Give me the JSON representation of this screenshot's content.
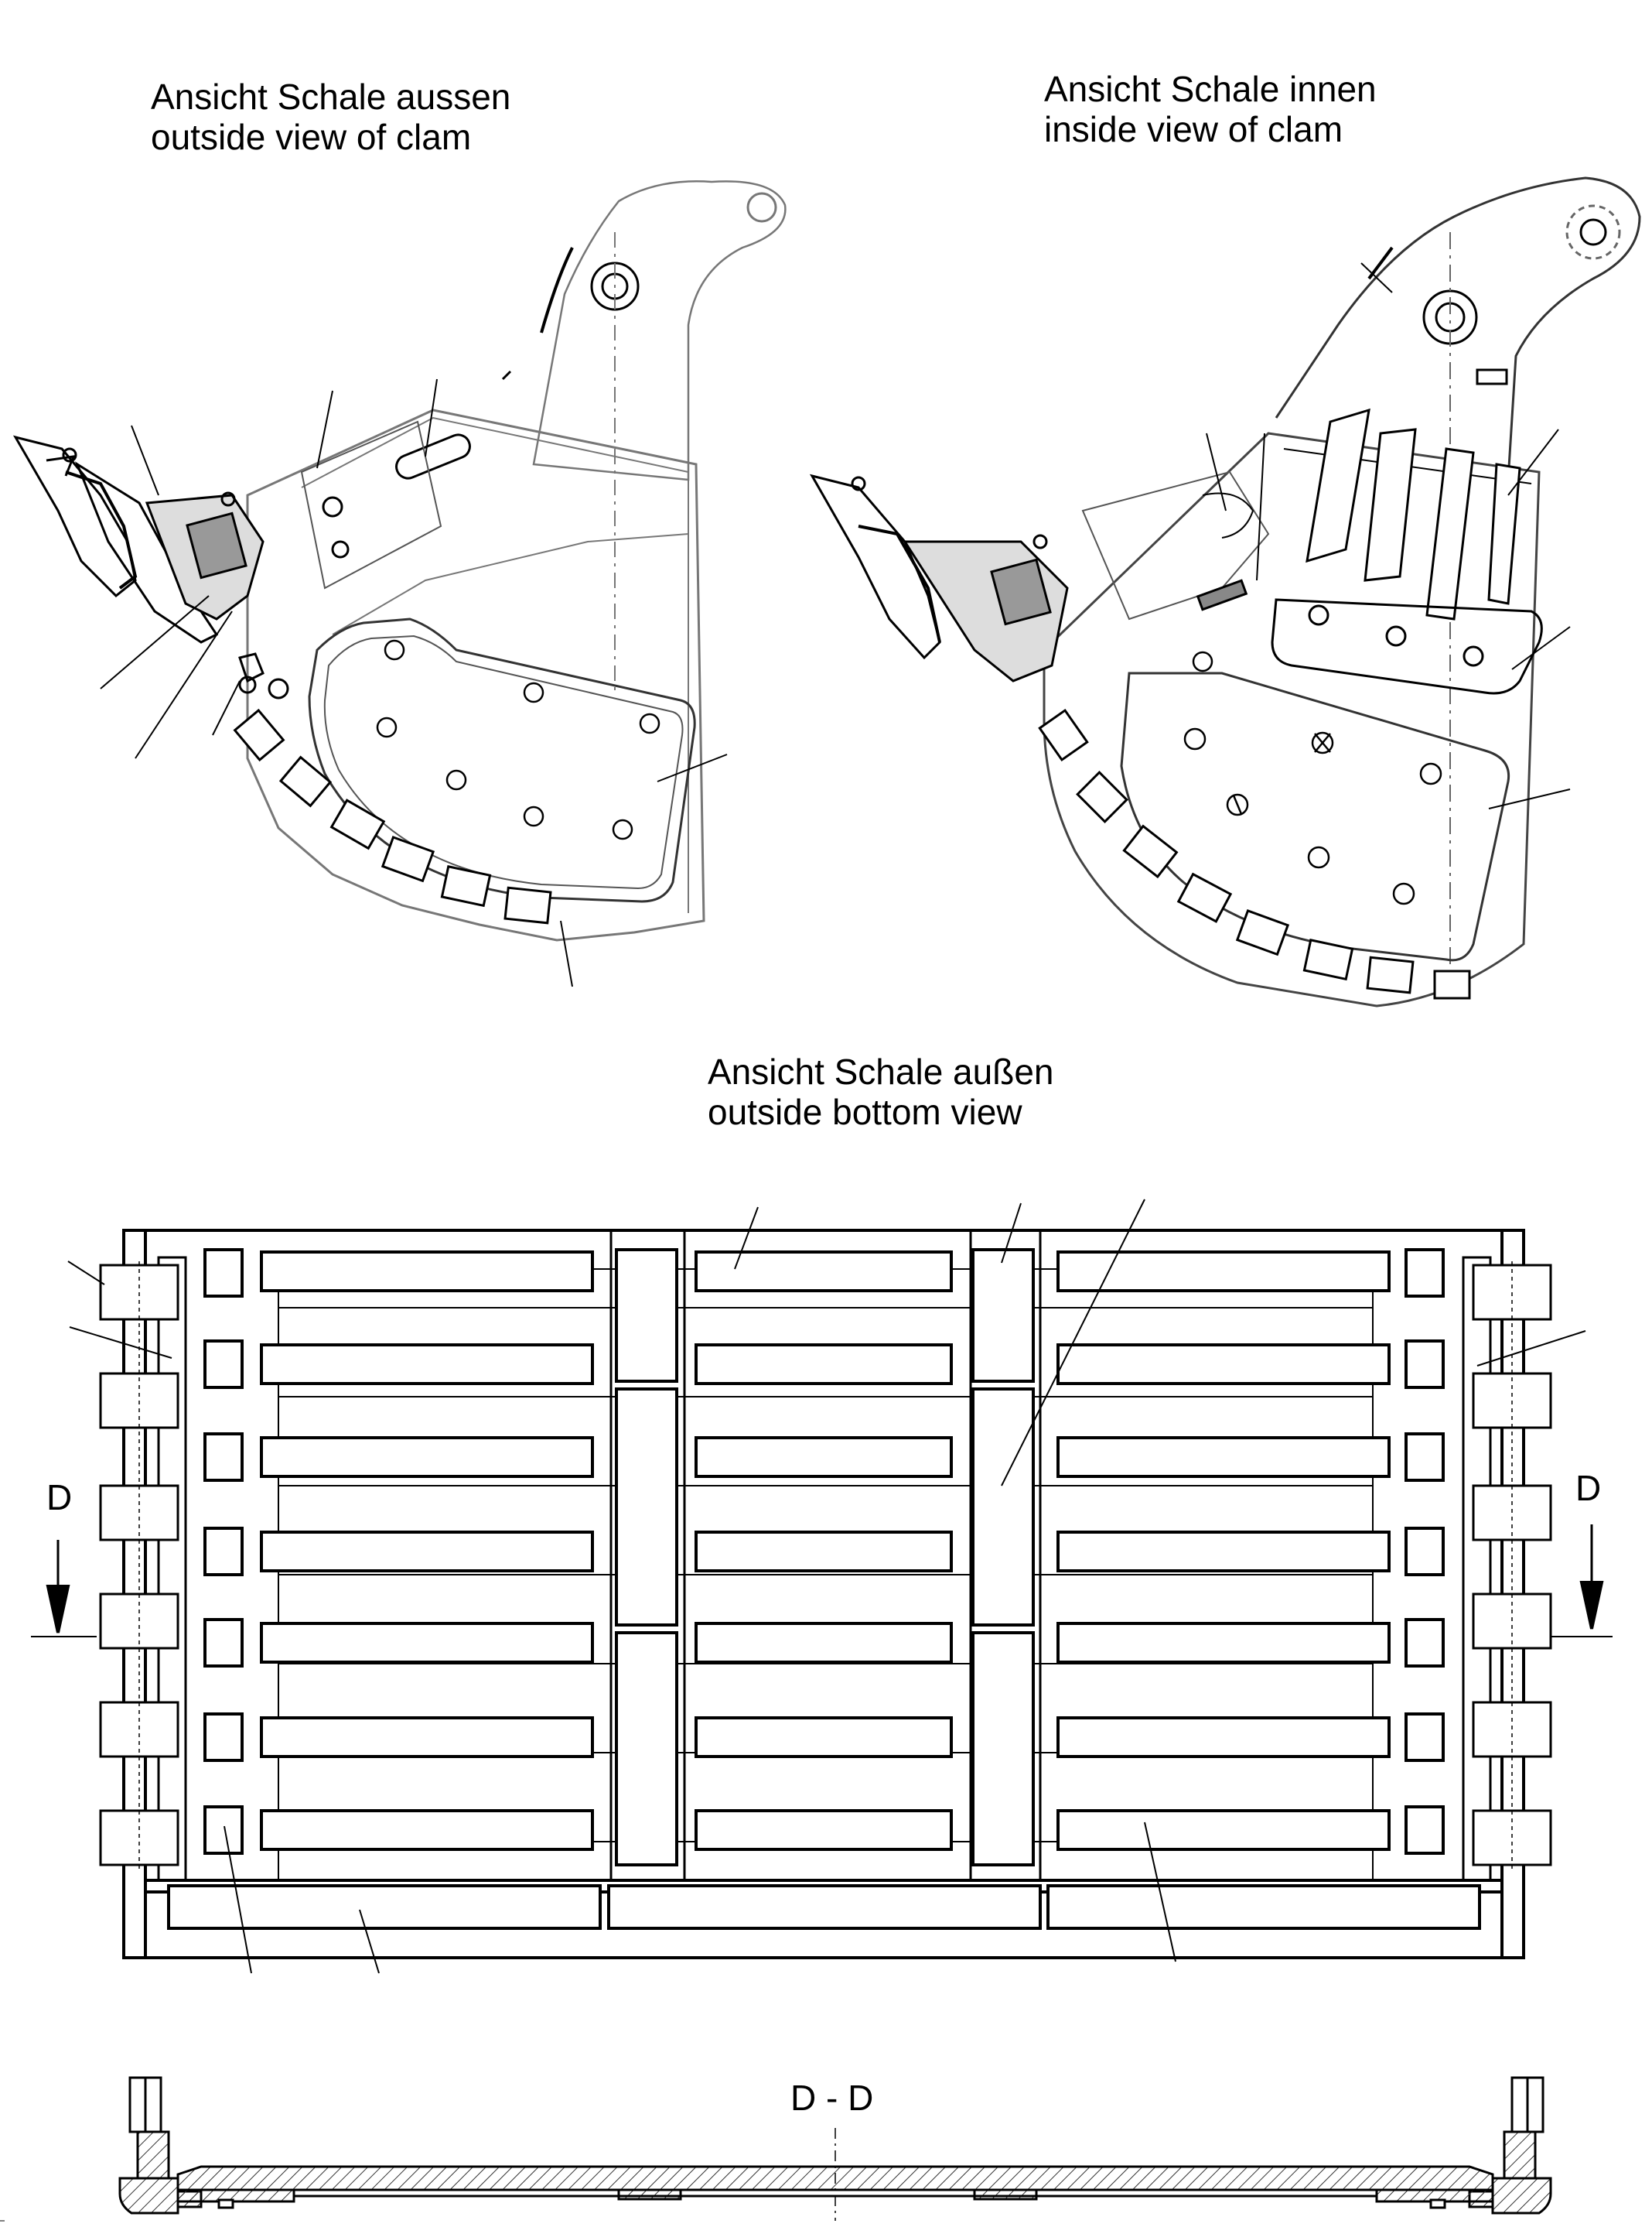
{
  "views": {
    "outside_clam": {
      "title_de": "Ansicht Schale aussen",
      "title_en": "outside view of clam"
    },
    "inside_clam": {
      "title_de": "Ansicht Schale innen",
      "title_en": "inside view of clam"
    },
    "bottom": {
      "title_de": "Ansicht Schale außen",
      "title_en": "outside bottom view"
    }
  },
  "section": {
    "marker": "D",
    "label": "D - D"
  },
  "colors": {
    "line": "#000000",
    "thin": "#555555",
    "hatch": "#333333",
    "background": "#ffffff"
  }
}
